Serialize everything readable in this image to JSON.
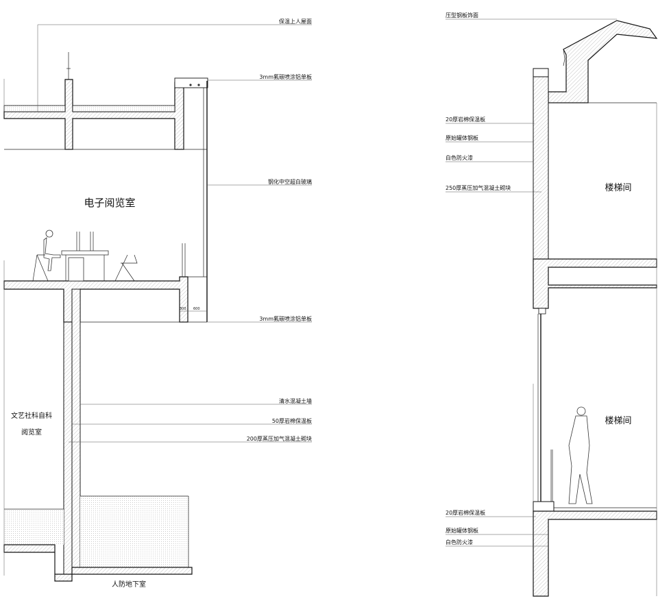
{
  "labels": {
    "roof_insulation": "保温上人屋面",
    "al_panel_top": "3mm氟碳喷涂铝单板",
    "glass": "钢化中空超白玻璃",
    "al_panel_bottom": "3mm氟碳喷涂铝单板",
    "concrete_wall": "清水混凝土墙",
    "rockwool_50": "50厚岩棉保温板",
    "aac_200": "200厚蒸压加气混凝土砌块",
    "steel_roof": "压型钢板饰面",
    "rockwool_20_a": "20厚岩棉保温板",
    "steel_plate_a": "原始罐体钢板",
    "fire_paint_a": "白色防火漆",
    "aac_250": "250厚蒸压加气混凝土砌块",
    "rockwool_20_b": "20厚岩棉保温板",
    "steel_plate_b": "原始罐体钢板",
    "fire_paint_b": "白色防火漆"
  },
  "rooms": {
    "e_reading": "电子阅览室",
    "arts_reading_1": "文艺社科自科",
    "arts_reading_2": "阅览室",
    "basement": "人防地下室",
    "stair_upper": "楼梯间",
    "stair_lower": "楼梯间"
  },
  "dims": {
    "d1": "300",
    "d2": "600"
  }
}
